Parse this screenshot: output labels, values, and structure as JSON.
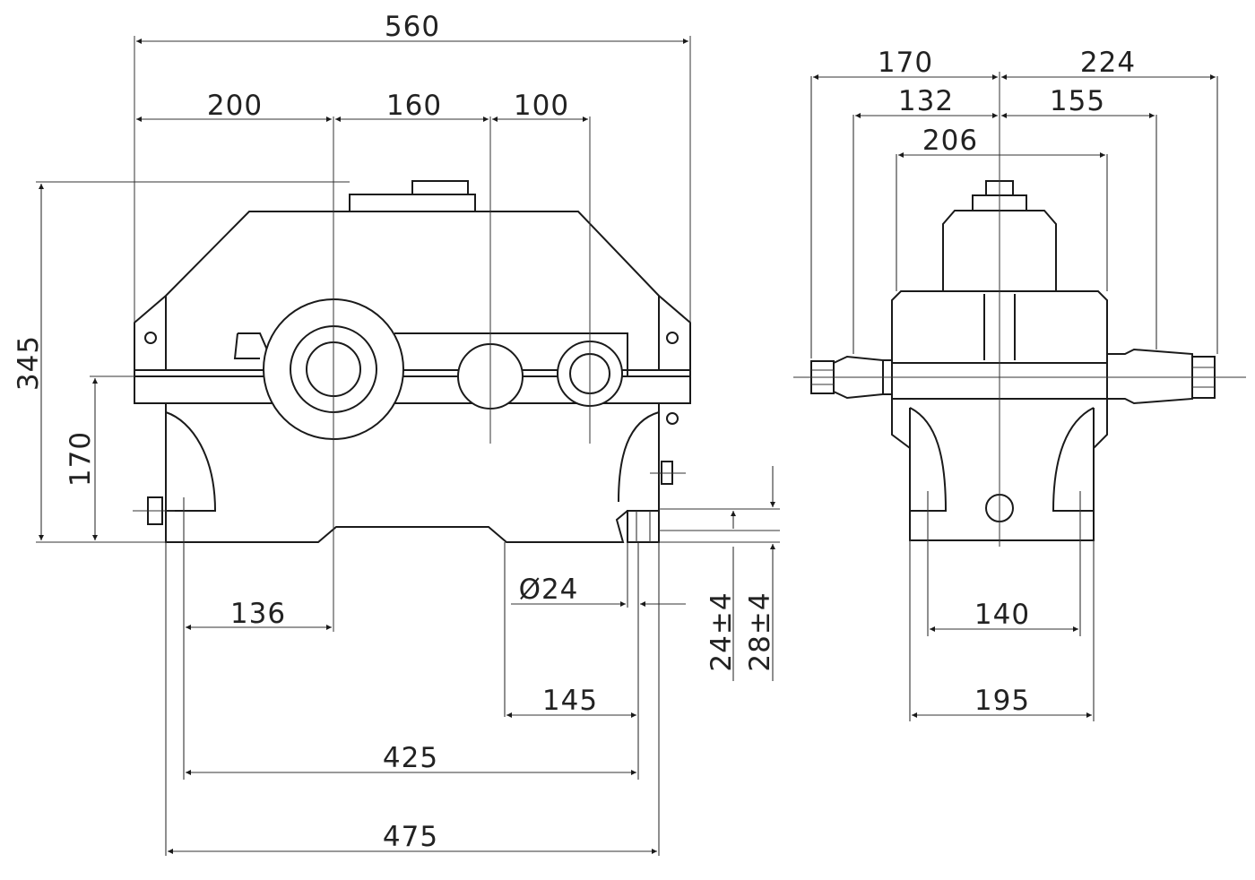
{
  "front_view": {
    "dims": {
      "overall_length": "560",
      "span_1": "200",
      "span_2": "160",
      "span_3": "100",
      "overall_height": "345",
      "shaft_height": "170",
      "foot_offset": "136",
      "bolt_diameter": "Ø24",
      "foot_spacing_mid": "145",
      "foot_spacing_holes": "425",
      "foot_length": "475",
      "tolerance_a": "24±4",
      "tolerance_b": "28±4"
    }
  },
  "side_view": {
    "dims": {
      "left_shaft": "170",
      "right_shaft": "224",
      "left_inner": "132",
      "right_inner": "155",
      "housing_width": "206",
      "foot_holes": "140",
      "foot_width": "195"
    }
  },
  "colors": {
    "line": "#1a1a1a",
    "background": "#ffffff"
  }
}
